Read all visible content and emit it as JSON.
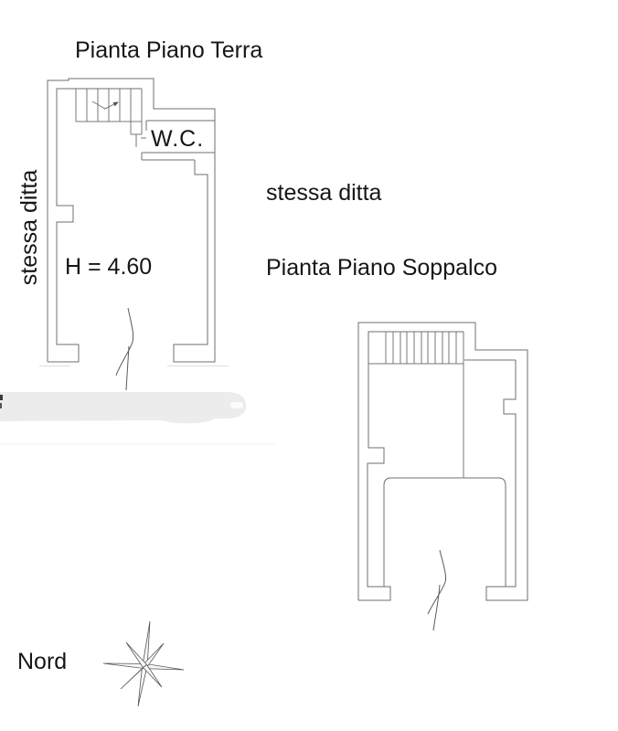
{
  "document": {
    "type": "floor plan drawing",
    "colors": {
      "background": "#ffffff",
      "line": "#6f6f6f",
      "text": "#161616",
      "smudge": "#ececec"
    }
  },
  "ground_floor": {
    "title": "Pianta Piano Terra",
    "wc_label": "W.C.",
    "height_label": "H = 4.60",
    "side_label": "stessa ditta"
  },
  "mezzanine": {
    "title": "Pianta Piano Soppalco",
    "adjacent_label": "stessa ditta"
  },
  "compass": {
    "north_label": "Nord"
  }
}
